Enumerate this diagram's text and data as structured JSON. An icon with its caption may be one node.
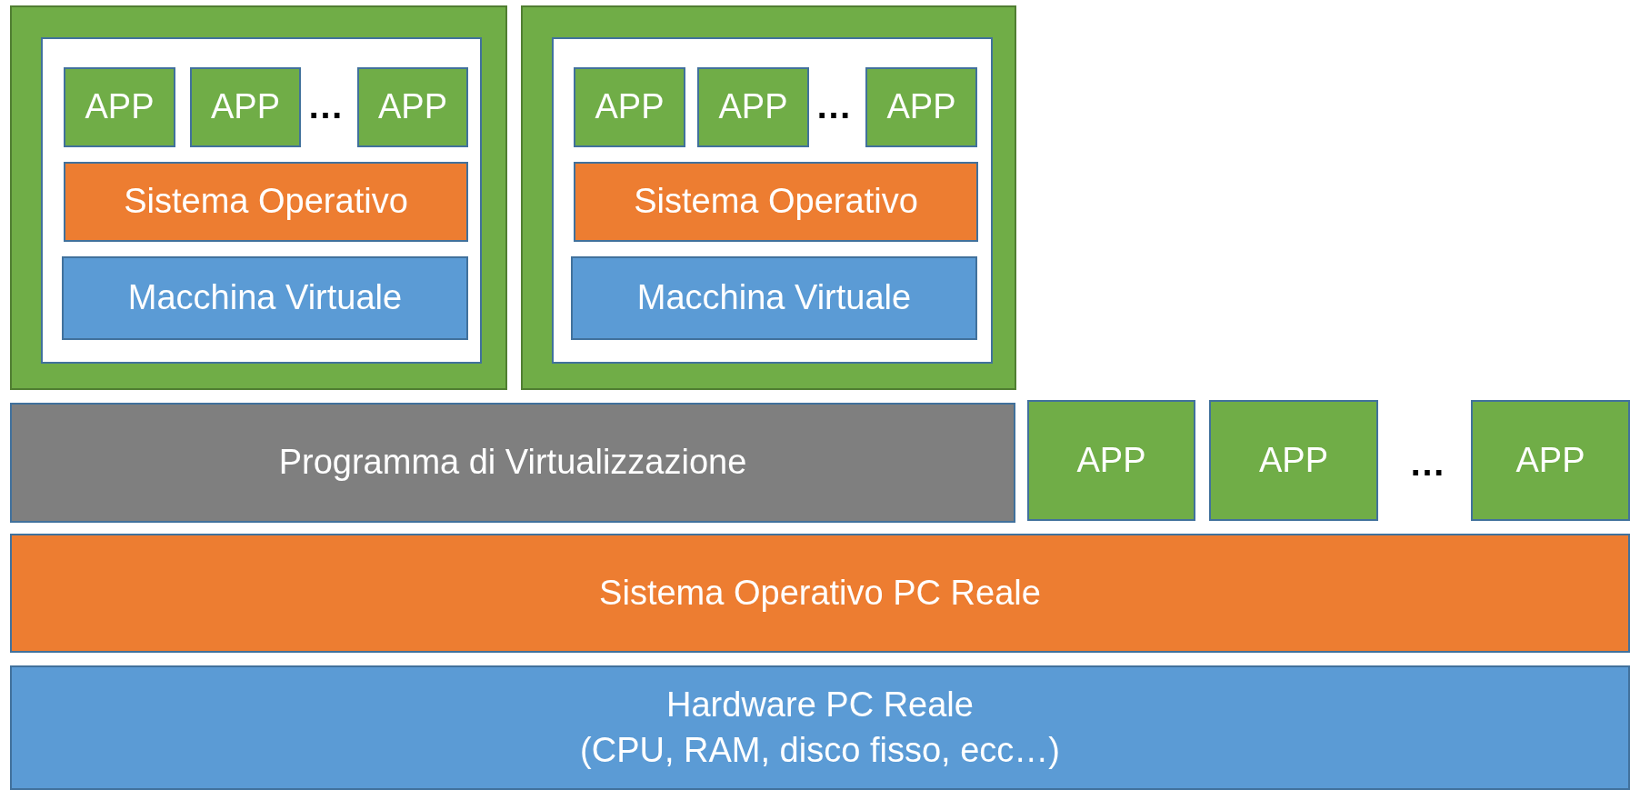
{
  "diagram": {
    "nodes": [
      {
        "text": [],
        "shape": "box"
      },
      {
        "text": [],
        "shape": "box",
        "in": 0
      },
      {
        "text": [
          "APP"
        ],
        "in": 1
      },
      {
        "text": [
          "APP"
        ],
        "in": 1
      },
      {
        "text": [
          "APP"
        ],
        "in": 1
      },
      {
        "text": [
          "Sistema Operativo"
        ],
        "in": 1
      },
      {
        "text": [
          "Macchina Virtuale"
        ],
        "in": 1
      },
      {
        "text": [],
        "shape": "box"
      },
      {
        "text": [],
        "shape": "box",
        "in": 7
      },
      {
        "text": [
          "APP"
        ],
        "in": 8
      },
      {
        "text": [
          "APP"
        ],
        "in": 8
      },
      {
        "text": [
          "APP"
        ],
        "in": 8
      },
      {
        "text": [
          "Sistema Operativo"
        ],
        "in": 8
      },
      {
        "text": [
          "Macchina Virtuale"
        ],
        "in": 8
      },
      {
        "text": [
          "Programma di Virtualizzazione"
        ]
      },
      {
        "text": [
          "APP"
        ]
      },
      {
        "text": [
          "APP"
        ]
      },
      {
        "text": [
          "APP"
        ]
      },
      {
        "text": [
          "Sistema Operativo PC Reale"
        ]
      },
      {
        "text": [
          "Hardware PC Reale",
          "(CPU, RAM, disco fisso, ecc…)"
        ]
      }
    ],
    "labels": [
      "…",
      "…",
      "…"
    ]
  }
}
